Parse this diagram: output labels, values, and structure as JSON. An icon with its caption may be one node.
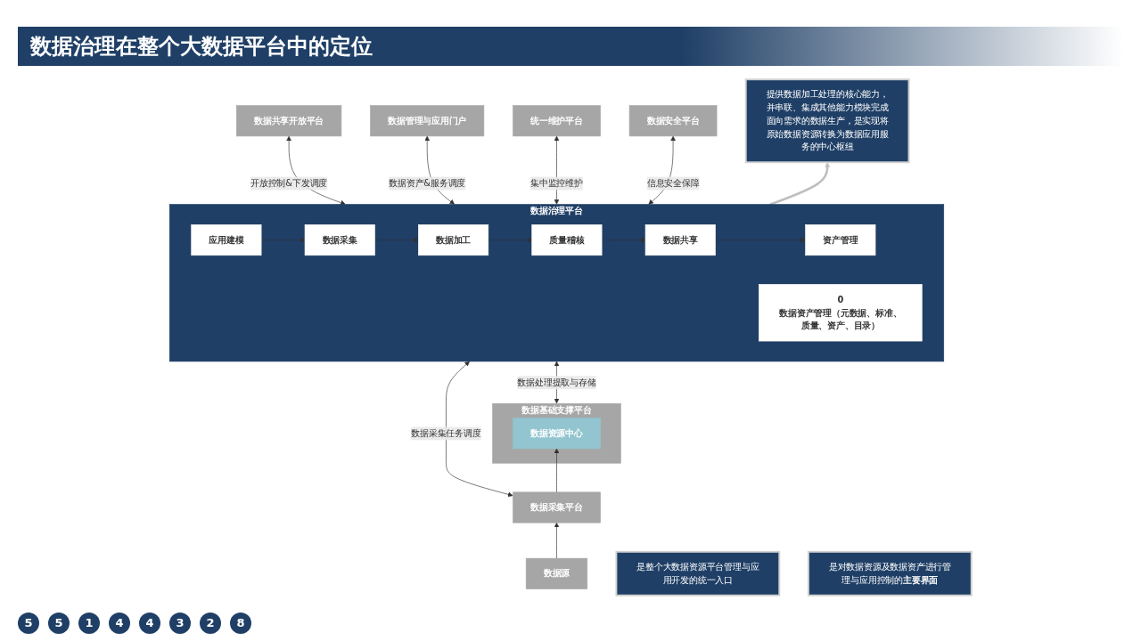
{
  "diagram": {
    "title": "数据治理在整个大数据平台中的定位",
    "nodes": [
      {
        "text": [
          "数据共享开放平台"
        ]
      },
      {
        "text": [
          "数据管理与应用门户"
        ]
      },
      {
        "text": [
          "统一维护平台"
        ]
      },
      {
        "text": [
          "数据安全平台"
        ]
      },
      {
        "text": [
          "数据治理平台"
        ]
      },
      {
        "text": [
          "应用建模"
        ],
        "in": 4
      },
      {
        "text": [
          "数据采集"
        ],
        "in": 4
      },
      {
        "text": [
          "数据加工"
        ],
        "in": 4
      },
      {
        "text": [
          "质量稽核"
        ],
        "in": 4
      },
      {
        "text": [
          "数据共享"
        ],
        "in": 4
      },
      {
        "text": [
          "资产管理"
        ],
        "in": 4
      },
      {
        "text": [
          "0",
          "数据资产管理（元数据、标准、质量、资产、目录）"
        ],
        "in": 4
      },
      {
        "text": [
          "数据采集平台"
        ]
      },
      {
        "text": [
          "数据源"
        ]
      },
      {
        "text": [
          "数据基础支撑平台"
        ]
      },
      {
        "text": [
          "数据资源中心"
        ],
        "in": 14
      },
      {
        "text": [
          "是整个大数据资源平台管理与应用开发的统一入口"
        ]
      },
      {
        "text": [
          "提供数据加工处理的核心能力，并串联、集成其他能力模块完成面向需求的数据生产，是实现将原始数据资源转换为数据应用服务的中心枢纽"
        ]
      },
      {
        "text": [
          "是对数据资源及数据资产进行管理与应用控制的**主要界面**"
        ]
      }
    ],
    "edges": [
      {
        "from": 4,
        "to": 0,
        "arrow": "both",
        "label": "开放控制&下发调度"
      },
      {
        "from": 4,
        "to": 1,
        "arrow": "both",
        "label": "数据资产&服务调度"
      },
      {
        "from": 4,
        "to": 2,
        "arrow": "both",
        "label": "集中监控维护"
      },
      {
        "from": 4,
        "to": 3,
        "arrow": "both",
        "label": "信息安全保障"
      },
      {
        "from": 5,
        "to": 6,
        "arrow": "to"
      },
      {
        "from": 6,
        "to": 7,
        "arrow": "to"
      },
      {
        "from": 7,
        "to": 8,
        "arrow": "to"
      },
      {
        "from": 8,
        "to": 9,
        "arrow": "to"
      },
      {
        "from": 9,
        "to": 10,
        "arrow": "to"
      },
      {
        "from": 12,
        "to": 4,
        "arrow": "both",
        "label": "数据采集任务调度"
      },
      {
        "from": 14,
        "to": 4,
        "arrow": "both",
        "label": "数据处理提取与存储"
      },
      {
        "from": 13,
        "to": 12,
        "arrow": "to"
      },
      {
        "from": 12,
        "to": 15,
        "arrow": "to"
      },
      {
        "from": 4,
        "to": 17,
        "arrow": "to",
        "style": "thick",
        "color": "#bfbfbf"
      }
    ],
    "labels": [
      "5",
      "5",
      "1",
      "4",
      "4",
      "3",
      "2",
      "8"
    ]
  }
}
